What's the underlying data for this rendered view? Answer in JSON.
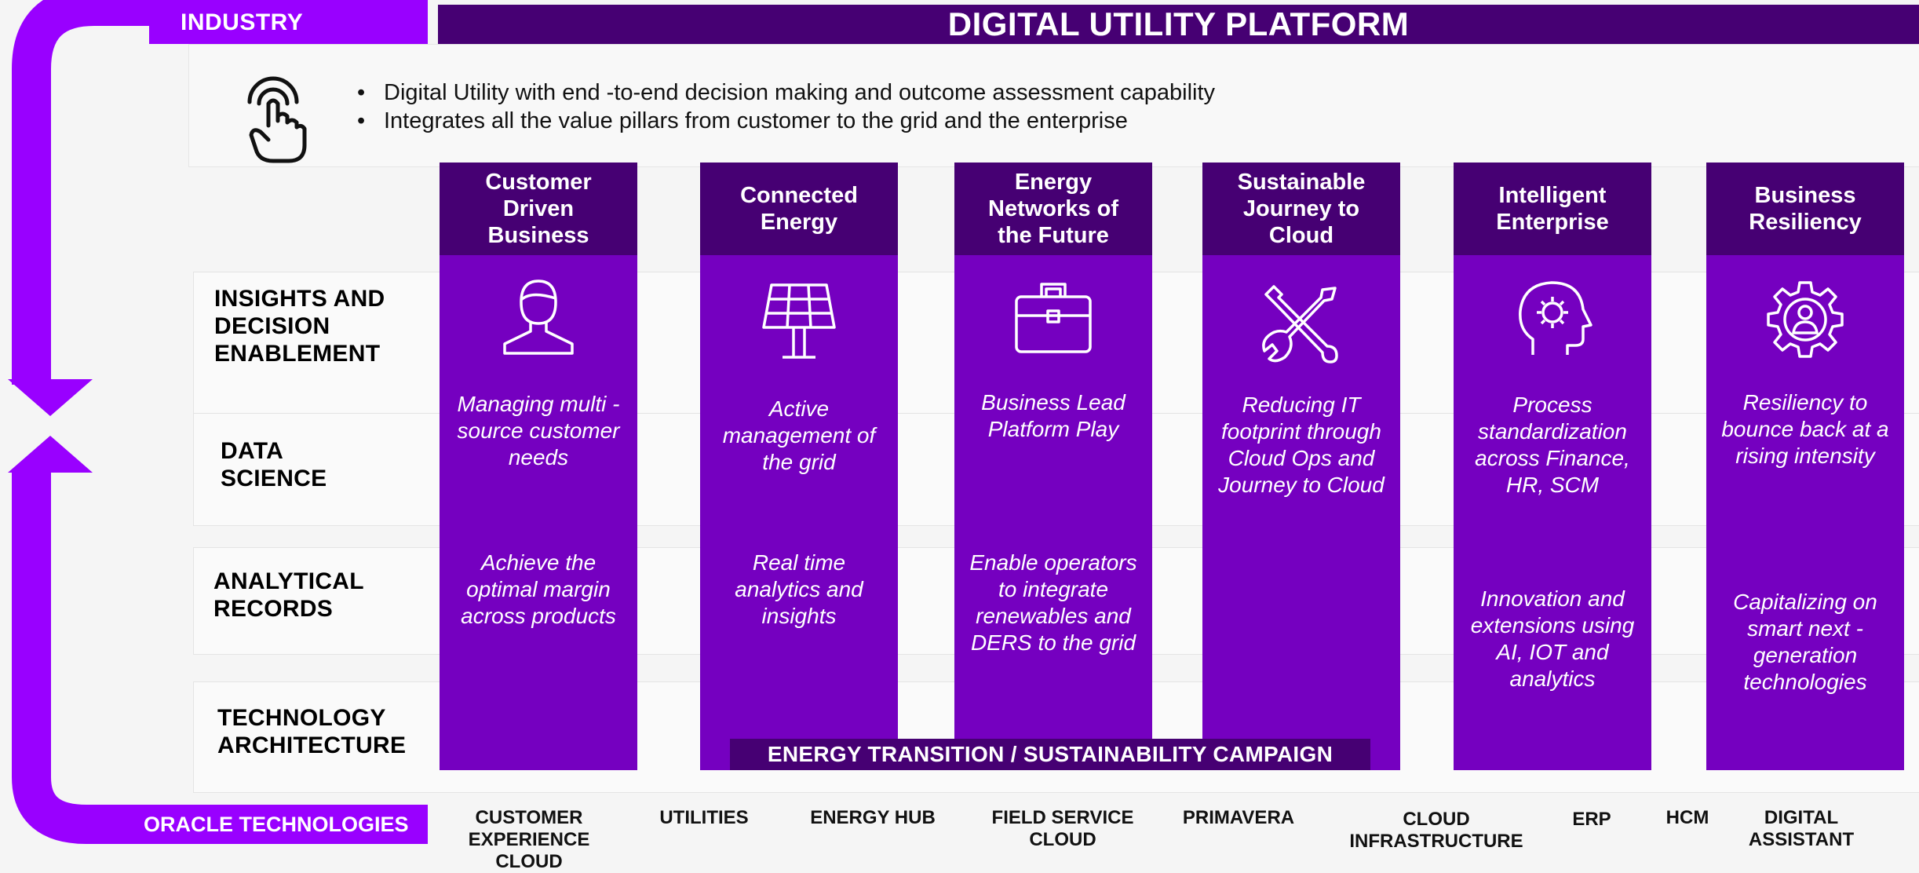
{
  "header": {
    "industry_label": "INDUSTRY",
    "platform_title": "DIGITAL UTILITY PLATFORM"
  },
  "intro": {
    "bullets": [
      "Digital Utility with end -to-end  decision  making and outcome assessment capability",
      "Integrates all the value pillars from customer to the grid and the enterprise"
    ]
  },
  "layers": [
    "INSIGHTS AND DECISION ENABLEMENT",
    "DATA SCIENCE",
    "ANALYTICAL RECORDS",
    "TECHNOLOGY ARCHITECTURE"
  ],
  "layer_lines": {
    "insights": [
      "INSIGHTS AND",
      "DECISION",
      "ENABLEMENT"
    ],
    "data_science": [
      "DATA",
      "SCIENCE"
    ],
    "analytical": [
      "ANALYTICAL",
      "RECORDS"
    ],
    "technology": [
      "TECHNOLOGY",
      "ARCHITECTURE"
    ]
  },
  "pillars": [
    {
      "title_lines": [
        "Customer",
        "Driven",
        "Business"
      ],
      "icon": "person-icon",
      "text1": [
        "Managing multi -",
        "source customer",
        "needs"
      ],
      "text2": [
        "Achieve the",
        "optimal margin",
        "across products"
      ]
    },
    {
      "title_lines": [
        "Connected",
        "Energy"
      ],
      "icon": "solar-panel-icon",
      "text1": [
        "Active",
        "management of",
        "the grid"
      ],
      "text2": [
        "Real time",
        "analytics and",
        "insights"
      ]
    },
    {
      "title_lines": [
        "Energy",
        "Networks of",
        "the Future"
      ],
      "icon": "briefcase-icon",
      "text1": [
        "Business Lead",
        "Platform Play"
      ],
      "text2": [
        "Enable operators",
        "to integrate",
        "renewables and",
        "DERS to the grid"
      ]
    },
    {
      "title_lines": [
        "Sustainable",
        "Journey to",
        "Cloud"
      ],
      "icon": "tools-icon",
      "text1": [
        "Reducing IT",
        "footprint through",
        "Cloud Ops and",
        "Journey to Cloud"
      ],
      "text2": []
    },
    {
      "title_lines": [
        "Intelligent",
        "Enterprise"
      ],
      "icon": "head-gear-icon",
      "text1": [
        "Process",
        "standardization",
        "across Finance,",
        "HR, SCM"
      ],
      "text2": [
        "Innovation and",
        "extensions using",
        "AI, IOT and",
        "analytics"
      ]
    },
    {
      "title_lines": [
        "Business",
        "Resiliency"
      ],
      "icon": "gear-person-icon",
      "text1": [
        "Resiliency to",
        "bounce back at a",
        "rising intensity"
      ],
      "text2": [
        "Capitalizing on",
        "smart next -",
        "generation",
        "technologies"
      ]
    }
  ],
  "campaign_label": "ENERGY TRANSITION / SUSTAINABILITY CAMPAIGN",
  "oracle": {
    "label": "ORACLE TECHNOLOGIES",
    "technologies": [
      [
        "CUSTOMER",
        "EXPERIENCE",
        "CLOUD"
      ],
      [
        "UTILITIES"
      ],
      [
        "ENERGY HUB"
      ],
      [
        "FIELD SERVICE",
        "CLOUD"
      ],
      [
        "PRIMAVERA"
      ],
      [
        "CLOUD",
        "INFRASTRUCTURE"
      ],
      [
        "ERP"
      ],
      [
        "HCM"
      ],
      [
        "DIGITAL",
        "ASSISTANT"
      ]
    ]
  },
  "colors": {
    "accent_purple": "#9900ff",
    "dark_purple": "#460073",
    "pillar_purple": "#7500c0"
  }
}
